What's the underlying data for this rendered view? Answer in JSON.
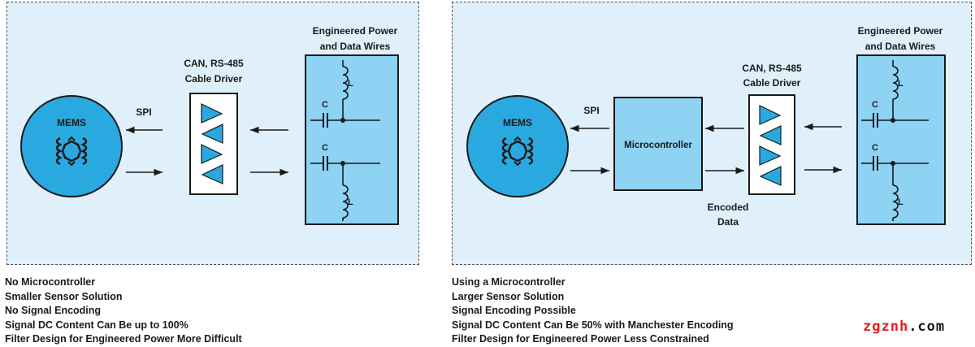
{
  "left_panel": {
    "mems_label": "MEMS",
    "spi_label": "SPI",
    "driver_title_line1": "CAN, RS-485",
    "driver_title_line2": "Cable Driver",
    "wires_title_line1": "Engineered Power",
    "wires_title_line2": "and Data Wires",
    "inductor_label": "L",
    "capacitor_label": "C"
  },
  "right_panel": {
    "mems_label": "MEMS",
    "spi_label": "SPI",
    "microcontroller_label": "Microcontroller",
    "driver_title_line1": "CAN, RS-485",
    "driver_title_line2": "Cable Driver",
    "wires_title_line1": "Engineered Power",
    "wires_title_line2": "and Data Wires",
    "encoded_line1": "Encoded",
    "encoded_line2": "Data",
    "inductor_label": "L",
    "capacitor_label": "C"
  },
  "left_notes": [
    "No Microcontroller",
    "Smaller Sensor Solution",
    "No Signal Encoding",
    "Signal DC Content Can Be up to 100%",
    "Filter Design for Engineered Power More Difficult"
  ],
  "right_notes": [
    "Using a Microcontroller",
    "Larger Sensor Solution",
    "Signal Encoding Possible",
    "Signal DC Content Can Be 50% with Manchester Encoding",
    "Filter Design for Engineered Power Less Constrained"
  ],
  "watermark": {
    "part1": "zgznh",
    "part2": ".com"
  },
  "colors": {
    "panel_bg": "#dff0fa",
    "block_fill": "#8ed2f4",
    "triangle_fill": "#2aa9e0",
    "line": "#1a1a1a"
  }
}
